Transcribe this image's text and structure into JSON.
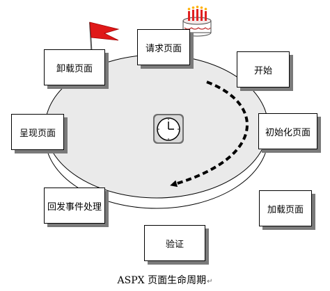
{
  "diagram": {
    "stages": [
      {
        "id": "request",
        "label": "请求页面"
      },
      {
        "id": "start",
        "label": "开始"
      },
      {
        "id": "init",
        "label": "初始化页面"
      },
      {
        "id": "load",
        "label": "加载页面"
      },
      {
        "id": "validate",
        "label": "验证"
      },
      {
        "id": "postback",
        "label": "回发事件处理"
      },
      {
        "id": "render",
        "label": "呈现页面"
      },
      {
        "id": "unload",
        "label": "卸载页面"
      }
    ],
    "caption": "ASPX 页面生命周期",
    "caption_mark": "↵",
    "icons": [
      "clock-icon",
      "birthday-cake-icon",
      "red-flag-icon",
      "dashed-arrow-icon"
    ],
    "colors": {
      "ellipse_fill": "#eaeaea",
      "box_shadow": "#7a7a7a",
      "flag": "#e01818",
      "candle": "#e02020",
      "arrow": "#000000"
    }
  }
}
